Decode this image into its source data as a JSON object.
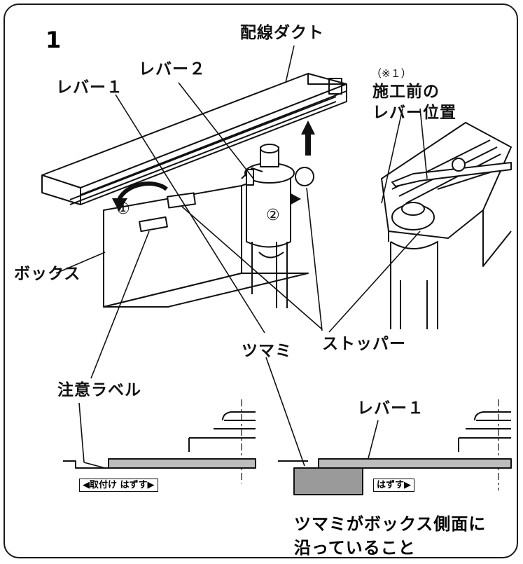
{
  "step_number": "1",
  "labels": {
    "duct": "配線ダクト",
    "lever2": "レバー２",
    "lever1": "レバー１",
    "note_mark": "（※１）",
    "lever_pos_line1": "施工前の",
    "lever_pos_line2": "レバー位置",
    "step_one": "①",
    "step_two": "②",
    "box": "ボックス",
    "stopper": "ストッパー",
    "knob": "ツマミ",
    "caution_label": "注意ラベル",
    "lever1_detail": "レバー１",
    "tag_left": "◀取付け はずす▶",
    "tag_right": "はずす▶"
  },
  "caption": {
    "line1": "ツマミがボックス側面に",
    "line2": "沿っていること"
  }
}
